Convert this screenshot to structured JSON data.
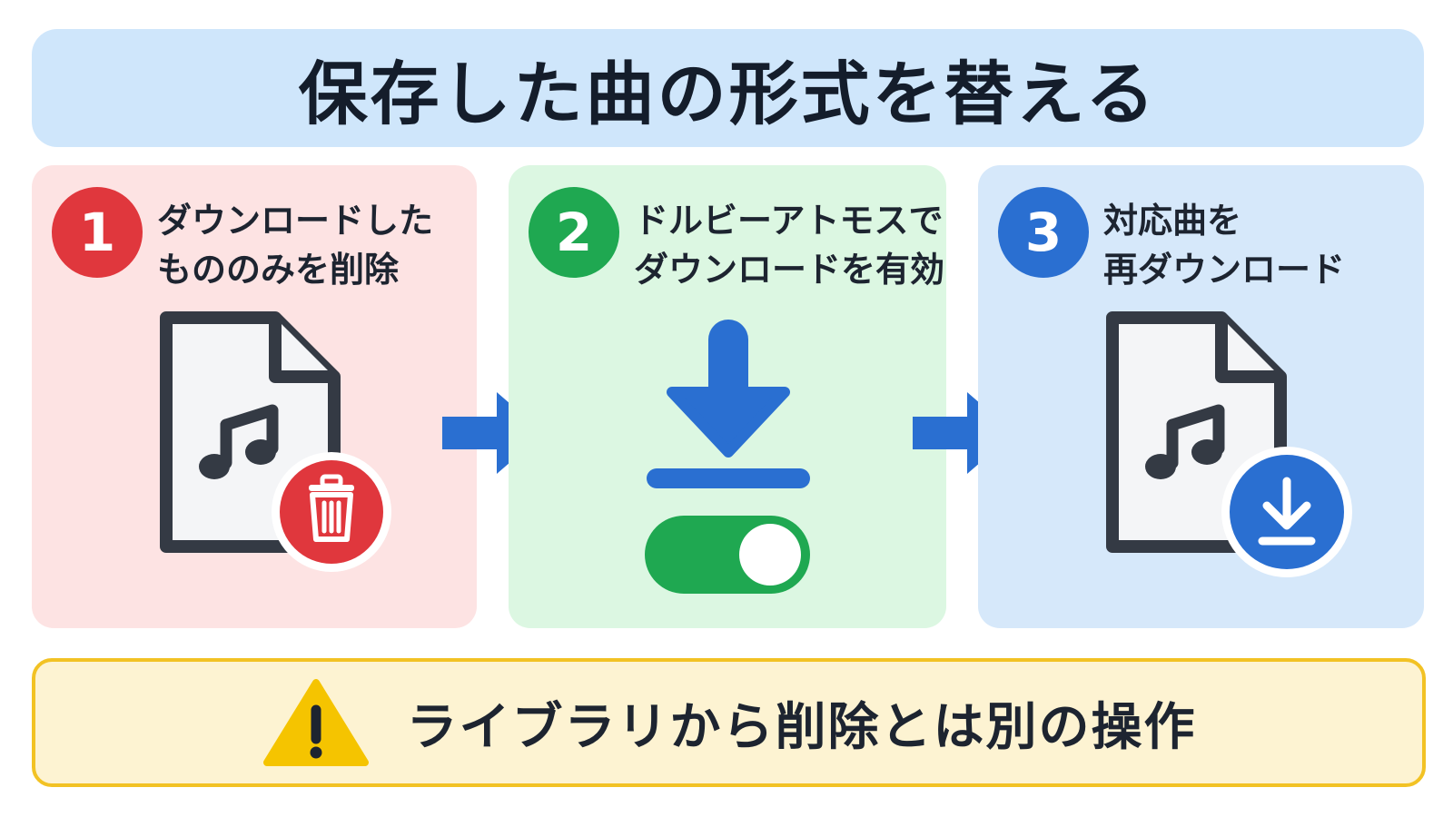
{
  "title": "保存した曲の形式を替える",
  "steps": [
    {
      "number": "1",
      "line1": "ダウンロードした",
      "line2": "もののみを削除",
      "icon": "music-file-delete-icon",
      "color": "#e0373d"
    },
    {
      "number": "2",
      "line1": "ドルビーアトモスで",
      "line2": "ダウンロードを有効",
      "icon": "download-toggle-icon",
      "color": "#1fa851"
    },
    {
      "number": "3",
      "line1": "対応曲を",
      "line2": "再ダウンロード",
      "icon": "music-file-download-icon",
      "color": "#2a6fd1"
    }
  ],
  "warning": {
    "text": "ライブラリから削除とは別の操作",
    "icon": "warning-icon"
  },
  "colors": {
    "title_bg": "#cfe6fb",
    "arrow": "#2a6fd1",
    "toggle_on": "#1fa851",
    "warning_border": "#f2c224",
    "warning_icon": "#f5c400"
  }
}
